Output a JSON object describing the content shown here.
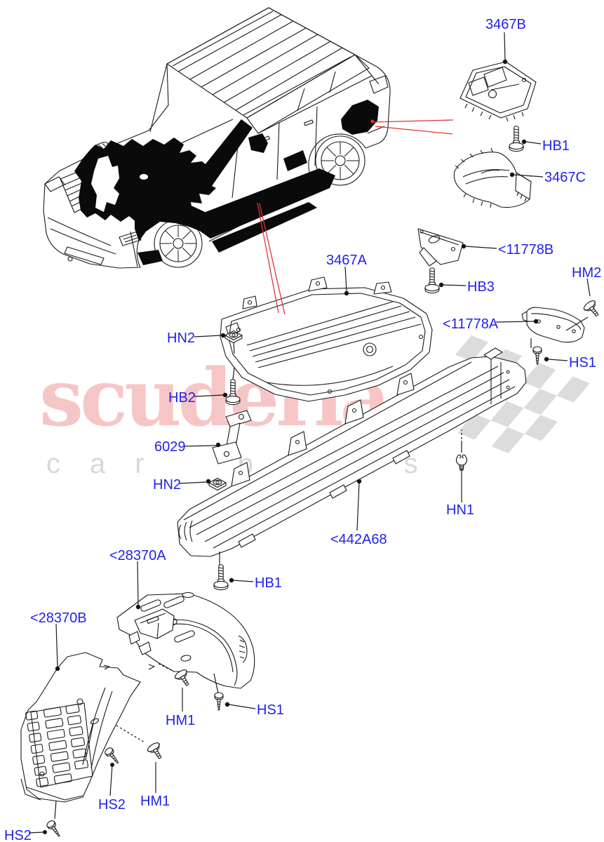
{
  "page": {
    "background": "#ffffff"
  },
  "colors": {
    "label_blue": "#2222ee",
    "line_black": "#1a1a1a",
    "red_leader": "#e23535",
    "watermark_pink": "#f6c6c6",
    "watermark_gray": "#d8d8d8",
    "flag_gray": "#dcdcdc"
  },
  "watermark": {
    "brand": "scuderia",
    "tagline": "car parts"
  },
  "labels": [
    {
      "text": "3467B"
    },
    {
      "text": "HB1"
    },
    {
      "text": "3467C"
    },
    {
      "text": "<11778B"
    },
    {
      "text": "HB3"
    },
    {
      "text": "HM2"
    },
    {
      "text": "<11778A"
    },
    {
      "text": "HS1"
    },
    {
      "text": "3467A"
    },
    {
      "text": "HN2"
    },
    {
      "text": "HB2"
    },
    {
      "text": "6029"
    },
    {
      "text": "HN2"
    },
    {
      "text": "<442A68"
    },
    {
      "text": "HN1"
    },
    {
      "text": "HB1"
    },
    {
      "text": "<28370A"
    },
    {
      "text": "<28370B"
    },
    {
      "text": "HM1"
    },
    {
      "text": "HS1"
    },
    {
      "text": "HS2"
    },
    {
      "text": "HM1"
    },
    {
      "text": "HS2"
    }
  ]
}
